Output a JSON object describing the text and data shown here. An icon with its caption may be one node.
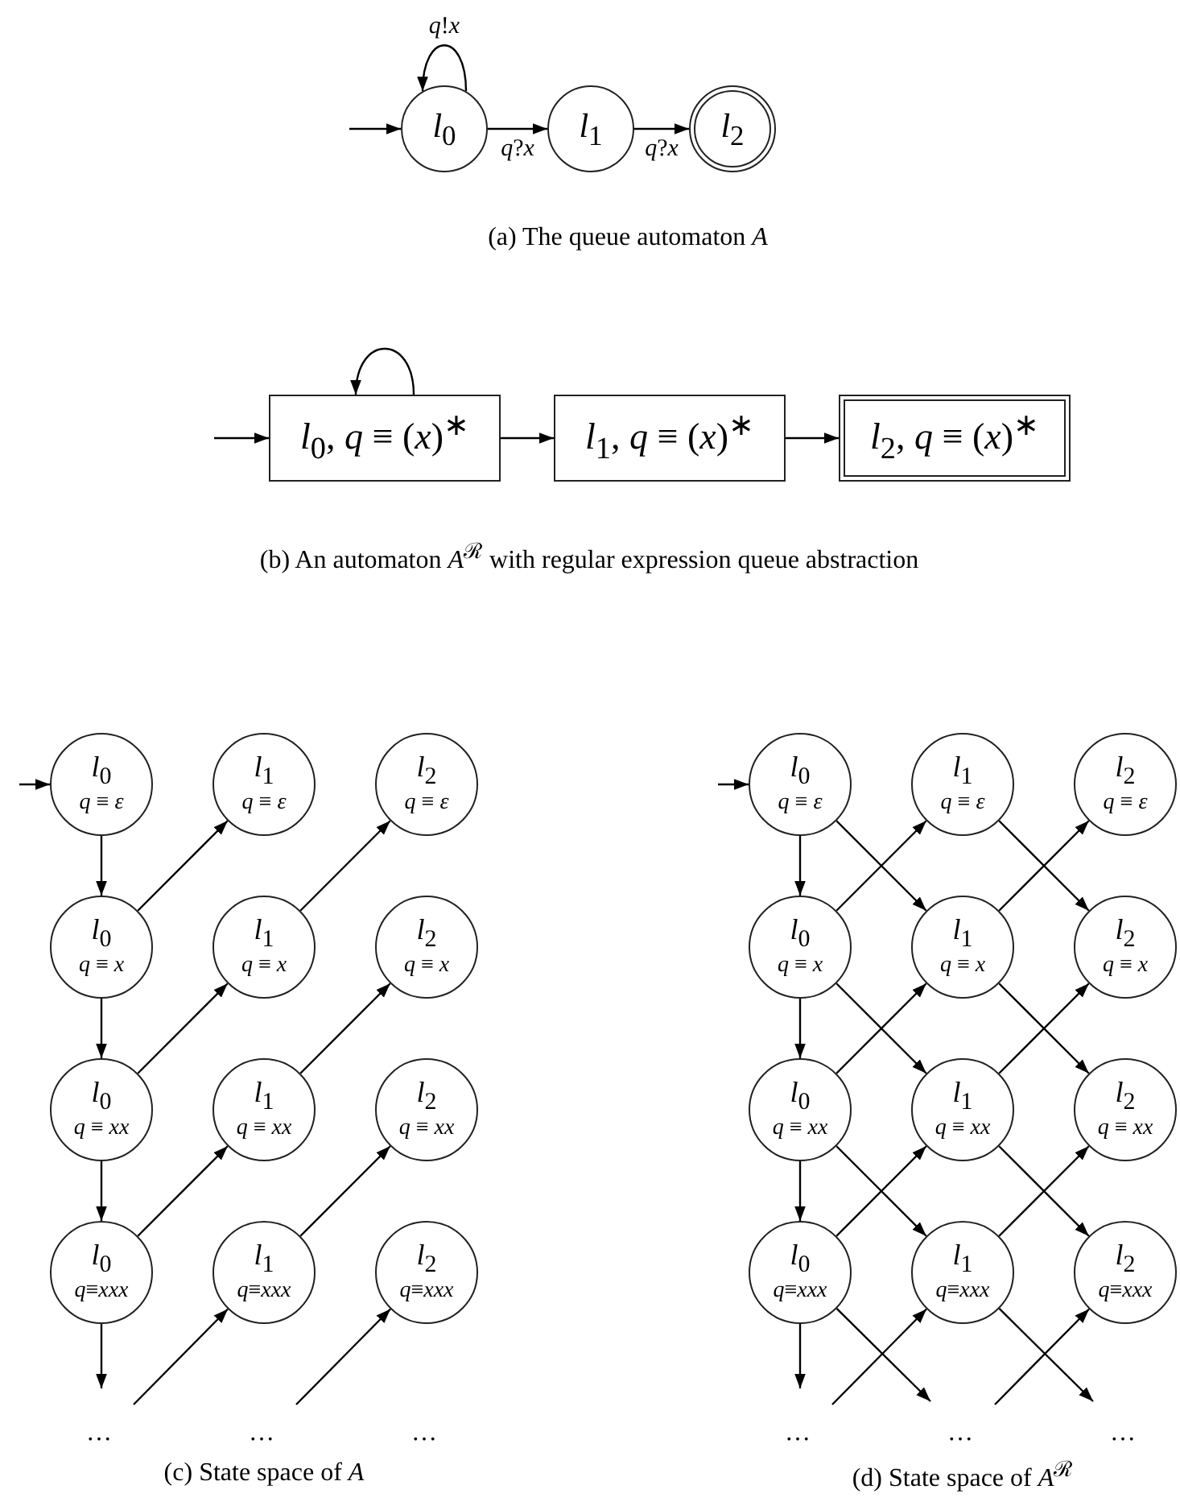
{
  "diagram": {
    "nodes": [
      {
        "text": [
          "*l*$_{0}$"
        ]
      },
      {
        "text": [
          "*l*$_{1}$"
        ]
      },
      {
        "text": [
          "*l*$_{2}$"
        ]
      },
      {
        "text": [
          "*l*$_{0}$, *q* ≡ (*x*)$^{∗}$"
        ]
      },
      {
        "text": [
          "*l*$_{1}$, *q* ≡ (*x*)$^{∗}$"
        ]
      },
      {
        "text": [
          "*l*$_{2}$, *q* ≡ (*x*)$^{∗}$"
        ]
      },
      {
        "text": [
          "*l*$_{0}$",
          "*q* ≡ *ε*"
        ]
      },
      {
        "text": [
          "*l*$_{1}$",
          "*q* ≡ *ε*"
        ]
      },
      {
        "text": [
          "*l*$_{2}$",
          "*q* ≡ *ε*"
        ]
      },
      {
        "text": [
          "*l*$_{0}$",
          "*q* ≡ *x*"
        ]
      },
      {
        "text": [
          "*l*$_{1}$",
          "*q* ≡ *x*"
        ]
      },
      {
        "text": [
          "*l*$_{2}$",
          "*q* ≡ *x*"
        ]
      },
      {
        "text": [
          "*l*$_{0}$",
          "*q* ≡ *xx*"
        ]
      },
      {
        "text": [
          "*l*$_{1}$",
          "*q* ≡ *xx*"
        ]
      },
      {
        "text": [
          "*l*$_{2}$",
          "*q* ≡ *xx*"
        ]
      },
      {
        "text": [
          "*l*$_{0}$",
          "*q*≡*xxx*"
        ]
      },
      {
        "text": [
          "*l*$_{1}$",
          "*q*≡*xxx*"
        ]
      },
      {
        "text": [
          "*l*$_{2}$",
          "*q*≡*xxx*"
        ]
      },
      {
        "text": [
          "*l*$_{0}$",
          "*q* ≡ *ε*"
        ]
      },
      {
        "text": [
          "*l*$_{1}$",
          "*q* ≡ *ε*"
        ]
      },
      {
        "text": [
          "*l*$_{2}$",
          "*q* ≡ *ε*"
        ]
      },
      {
        "text": [
          "*l*$_{0}$",
          "*q* ≡ *x*"
        ]
      },
      {
        "text": [
          "*l*$_{1}$",
          "*q* ≡ *x*"
        ]
      },
      {
        "text": [
          "*l*$_{2}$",
          "*q* ≡ *x*"
        ]
      },
      {
        "text": [
          "*l*$_{0}$",
          "*q* ≡ *xx*"
        ]
      },
      {
        "text": [
          "*l*$_{1}$",
          "*q* ≡ *xx*"
        ]
      },
      {
        "text": [
          "*l*$_{2}$",
          "*q* ≡ *xx*"
        ]
      },
      {
        "text": [
          "*l*$_{0}$",
          "*q*≡*xxx*"
        ]
      },
      {
        "text": [
          "*l*$_{1}$",
          "*q*≡*xxx*"
        ]
      },
      {
        "text": [
          "*l*$_{2}$",
          "*q*≡*xxx*"
        ]
      }
    ],
    "edges": [
      {
        "from": 0,
        "to": 0,
        "arrow": "to",
        "label": "*q*!*x*"
      },
      {
        "from": null,
        "to": 0,
        "arrow": "to"
      },
      {
        "from": 0,
        "to": 1,
        "arrow": "to",
        "label": "*q*?*x*"
      },
      {
        "from": 1,
        "to": 2,
        "arrow": "to",
        "label": "*q*?*x*"
      },
      {
        "from": null,
        "to": 3,
        "arrow": "to"
      },
      {
        "from": 3,
        "to": 3,
        "arrow": "to"
      },
      {
        "from": 3,
        "to": 4,
        "arrow": "to"
      },
      {
        "from": 4,
        "to": 5,
        "arrow": "to"
      },
      {
        "from": null,
        "to": 6,
        "arrow": "to"
      },
      {
        "from": 6,
        "to": 9,
        "arrow": "to"
      },
      {
        "from": 9,
        "to": 12,
        "arrow": "to"
      },
      {
        "from": 12,
        "to": 15,
        "arrow": "to"
      },
      {
        "from": 15,
        "to": null,
        "arrow": "to"
      },
      {
        "from": 9,
        "to": 7,
        "arrow": "to"
      },
      {
        "from": 12,
        "to": 10,
        "arrow": "to"
      },
      {
        "from": 15,
        "to": 13,
        "arrow": "to"
      },
      {
        "from": null,
        "to": 16,
        "arrow": "to"
      },
      {
        "from": 10,
        "to": 8,
        "arrow": "to"
      },
      {
        "from": 13,
        "to": 11,
        "arrow": "to"
      },
      {
        "from": 16,
        "to": 14,
        "arrow": "to"
      },
      {
        "from": null,
        "to": 17,
        "arrow": "to"
      },
      {
        "from": null,
        "to": 18,
        "arrow": "to"
      },
      {
        "from": 18,
        "to": 21,
        "arrow": "to"
      },
      {
        "from": 21,
        "to": 24,
        "arrow": "to"
      },
      {
        "from": 24,
        "to": 27,
        "arrow": "to"
      },
      {
        "from": 27,
        "to": null,
        "arrow": "to"
      },
      {
        "from": 21,
        "to": 19,
        "arrow": "to"
      },
      {
        "from": 24,
        "to": 22,
        "arrow": "to"
      },
      {
        "from": 27,
        "to": 25,
        "arrow": "to"
      },
      {
        "from": null,
        "to": 28,
        "arrow": "to"
      },
      {
        "from": 22,
        "to": 20,
        "arrow": "to"
      },
      {
        "from": 25,
        "to": 23,
        "arrow": "to"
      },
      {
        "from": 28,
        "to": 26,
        "arrow": "to"
      },
      {
        "from": null,
        "to": 29,
        "arrow": "to"
      },
      {
        "from": 18,
        "to": 22,
        "arrow": "to"
      },
      {
        "from": 21,
        "to": 25,
        "arrow": "to"
      },
      {
        "from": 24,
        "to": 28,
        "arrow": "to"
      },
      {
        "from": 27,
        "to": null,
        "arrow": "to"
      },
      {
        "from": 19,
        "to": 23,
        "arrow": "to"
      },
      {
        "from": 22,
        "to": 26,
        "arrow": "to"
      },
      {
        "from": 25,
        "to": 29,
        "arrow": "to"
      },
      {
        "from": 28,
        "to": null,
        "arrow": "to"
      }
    ],
    "labels": [
      "(a) The queue automaton *A*",
      "(b) An automaton *A*$^{ℛ}$ with regular expression queue abstraction",
      "…",
      "…",
      "…",
      "…",
      "…",
      "…",
      "(c) State space of *A*",
      "(d) State space of *A*$^{ℛ}$"
    ]
  }
}
